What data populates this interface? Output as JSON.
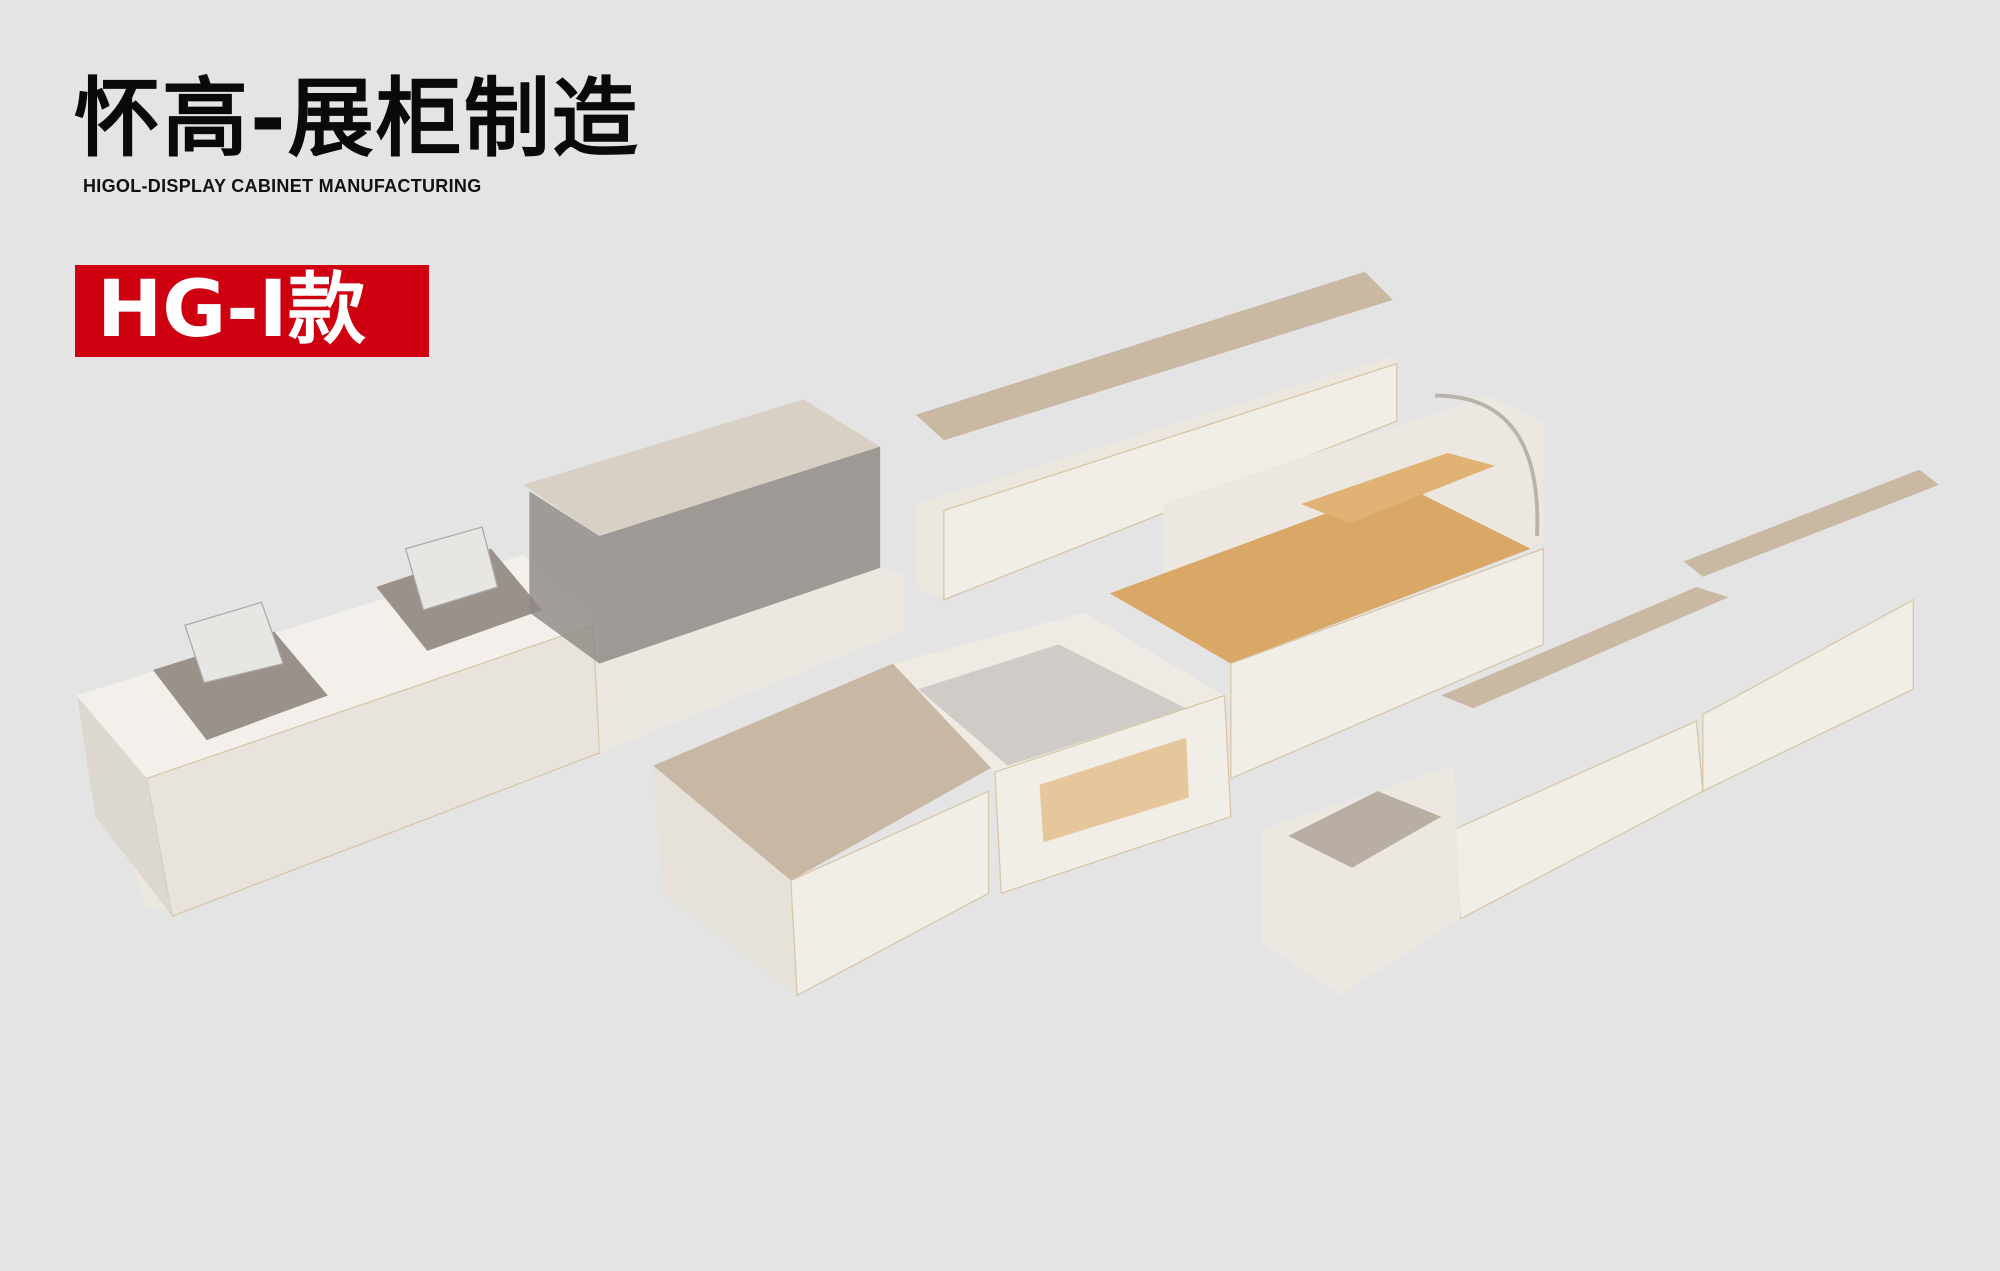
{
  "header": {
    "title": "怀高-展柜制造",
    "subtitle": "HIGOL-DISPLAY CABINET MANUFACTURING"
  },
  "model_badge": {
    "label": "HG-I款",
    "color": "#cf000f"
  },
  "scene": {
    "background": "#e4e4e4",
    "cabinet_color": "#efebe4",
    "metal_color": "#c9b9a3",
    "glass_color": "#8f8a85",
    "grid_color": "#d9a867"
  }
}
